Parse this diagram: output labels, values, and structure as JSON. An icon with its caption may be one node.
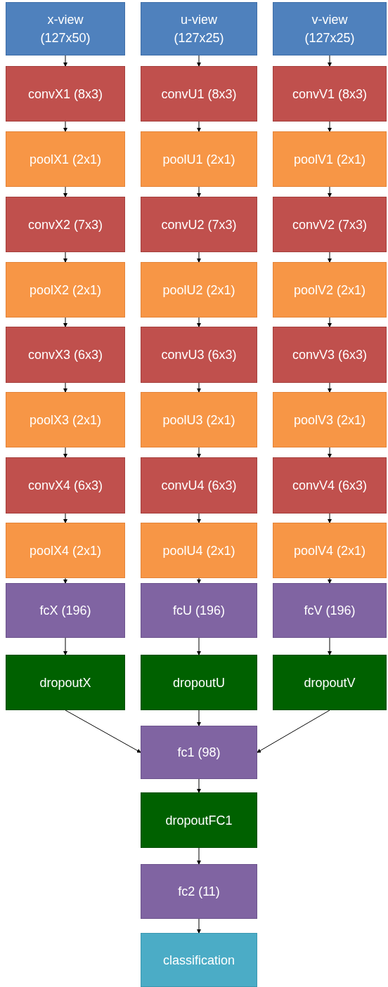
{
  "diagram": {
    "nodes": [
      {
        "text": [
          "x-view (127x50)"
        ]
      },
      {
        "text": [
          "u-view (127x25)"
        ]
      },
      {
        "text": [
          "v-view (127x25)"
        ]
      },
      {
        "text": [
          "convX1 (8x3)"
        ]
      },
      {
        "text": [
          "convU1 (8x3)"
        ]
      },
      {
        "text": [
          "convV1 (8x3)"
        ]
      },
      {
        "text": [
          "poolX1 (2x1)"
        ]
      },
      {
        "text": [
          "poolU1 (2x1)"
        ]
      },
      {
        "text": [
          "poolV1 (2x1)"
        ]
      },
      {
        "text": [
          "convX2 (7x3)"
        ]
      },
      {
        "text": [
          "convU2 (7x3)"
        ]
      },
      {
        "text": [
          "convV2 (7x3)"
        ]
      },
      {
        "text": [
          "poolX2 (2x1)"
        ]
      },
      {
        "text": [
          "poolU2 (2x1)"
        ]
      },
      {
        "text": [
          "poolV2 (2x1)"
        ]
      },
      {
        "text": [
          "convX3 (6x3)"
        ]
      },
      {
        "text": [
          "convU3 (6x3)"
        ]
      },
      {
        "text": [
          "convV3 (6x3)"
        ]
      },
      {
        "text": [
          "poolX3 (2x1)"
        ]
      },
      {
        "text": [
          "poolU3 (2x1)"
        ]
      },
      {
        "text": [
          "poolV3 (2x1)"
        ]
      },
      {
        "text": [
          "convX4 (6x3)"
        ]
      },
      {
        "text": [
          "convU4 (6x3)"
        ]
      },
      {
        "text": [
          "convV4 (6x3)"
        ]
      },
      {
        "text": [
          "poolX4 (2x1)"
        ]
      },
      {
        "text": [
          "poolU4 (2x1)"
        ]
      },
      {
        "text": [
          "poolV4 (2x1)"
        ]
      },
      {
        "text": [
          "fcX (196)"
        ]
      },
      {
        "text": [
          "fcU (196)"
        ]
      },
      {
        "text": [
          "fcV (196)"
        ]
      },
      {
        "text": [
          "dropoutX"
        ]
      },
      {
        "text": [
          "dropoutU"
        ]
      },
      {
        "text": [
          "dropoutV"
        ]
      },
      {
        "text": [
          "fc1 (98)"
        ]
      },
      {
        "text": [
          "dropoutFC1"
        ]
      },
      {
        "text": [
          "fc2 (11)"
        ]
      },
      {
        "text": [
          "classification"
        ]
      }
    ],
    "edges": [
      {
        "from": 0,
        "to": 3,
        "arrow": "to"
      },
      {
        "from": 1,
        "to": 4,
        "arrow": "to"
      },
      {
        "from": 2,
        "to": 5,
        "arrow": "to"
      },
      {
        "from": 3,
        "to": 6,
        "arrow": "to"
      },
      {
        "from": 4,
        "to": 7,
        "arrow": "to"
      },
      {
        "from": 5,
        "to": 8,
        "arrow": "to"
      },
      {
        "from": 6,
        "to": 9,
        "arrow": "to"
      },
      {
        "from": 7,
        "to": 10,
        "arrow": "to"
      },
      {
        "from": 8,
        "to": 11,
        "arrow": "to"
      },
      {
        "from": 9,
        "to": 12,
        "arrow": "to"
      },
      {
        "from": 10,
        "to": 13,
        "arrow": "to"
      },
      {
        "from": 11,
        "to": 14,
        "arrow": "to"
      },
      {
        "from": 12,
        "to": 15,
        "arrow": "to"
      },
      {
        "from": 13,
        "to": 16,
        "arrow": "to"
      },
      {
        "from": 14,
        "to": 17,
        "arrow": "to"
      },
      {
        "from": 15,
        "to": 18,
        "arrow": "to"
      },
      {
        "from": 16,
        "to": 19,
        "arrow": "to"
      },
      {
        "from": 17,
        "to": 20,
        "arrow": "to"
      },
      {
        "from": 18,
        "to": 21,
        "arrow": "to"
      },
      {
        "from": 19,
        "to": 22,
        "arrow": "to"
      },
      {
        "from": 20,
        "to": 23,
        "arrow": "to"
      },
      {
        "from": 21,
        "to": 24,
        "arrow": "to"
      },
      {
        "from": 22,
        "to": 25,
        "arrow": "to"
      },
      {
        "from": 23,
        "to": 26,
        "arrow": "to"
      },
      {
        "from": 24,
        "to": 27,
        "arrow": "to"
      },
      {
        "from": 25,
        "to": 28,
        "arrow": "to"
      },
      {
        "from": 26,
        "to": 29,
        "arrow": "to"
      },
      {
        "from": 27,
        "to": 30,
        "arrow": "to"
      },
      {
        "from": 28,
        "to": 31,
        "arrow": "to"
      },
      {
        "from": 29,
        "to": 32,
        "arrow": "to"
      },
      {
        "from": 30,
        "to": 33,
        "arrow": "to"
      },
      {
        "from": 31,
        "to": 33,
        "arrow": "to"
      },
      {
        "from": 32,
        "to": 33,
        "arrow": "to"
      },
      {
        "from": 33,
        "to": 34,
        "arrow": "to"
      },
      {
        "from": 34,
        "to": 35,
        "arrow": "to"
      },
      {
        "from": 35,
        "to": 36,
        "arrow": "to"
      }
    ]
  }
}
